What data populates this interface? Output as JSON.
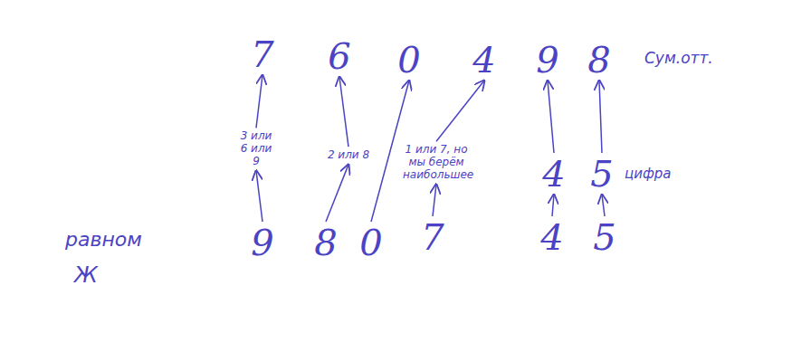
{
  "diagram": {
    "nodes": [
      {
        "text": [
          "7"
        ]
      },
      {
        "text": [
          "6"
        ]
      },
      {
        "text": [
          "0"
        ]
      },
      {
        "text": [
          "4"
        ]
      },
      {
        "text": [
          "9"
        ]
      },
      {
        "text": [
          "8"
        ]
      },
      {
        "text": [
          "3 или 6 или 9"
        ]
      },
      {
        "text": [
          "2 или 8"
        ]
      },
      {
        "text": [
          "1 или 7, но мы берём наибольшее"
        ]
      },
      {
        "text": [
          "4"
        ]
      },
      {
        "text": [
          "5"
        ]
      },
      {
        "text": [
          "9"
        ]
      },
      {
        "text": [
          "8"
        ]
      },
      {
        "text": [
          "0"
        ]
      },
      {
        "text": [
          "7"
        ]
      },
      {
        "text": [
          "4"
        ]
      },
      {
        "text": [
          "5"
        ]
      }
    ],
    "edges": [
      {
        "from": 11,
        "to": 6,
        "arrow": "to"
      },
      {
        "from": 6,
        "to": 0,
        "arrow": "to"
      },
      {
        "from": 12,
        "to": 7,
        "arrow": "to"
      },
      {
        "from": 7,
        "to": 1,
        "arrow": "to"
      },
      {
        "from": 13,
        "to": 2,
        "arrow": "to"
      },
      {
        "from": 14,
        "to": 8,
        "arrow": "to"
      },
      {
        "from": 8,
        "to": 3,
        "arrow": "to"
      },
      {
        "from": 15,
        "to": 9,
        "arrow": "to"
      },
      {
        "from": 9,
        "to": 4,
        "arrow": "to"
      },
      {
        "from": 16,
        "to": 10,
        "arrow": "to"
      },
      {
        "from": 10,
        "to": 5,
        "arrow": "to"
      }
    ],
    "labels": [
      "Сум.отт.",
      "равном",
      "Ж",
      "цифра"
    ]
  }
}
